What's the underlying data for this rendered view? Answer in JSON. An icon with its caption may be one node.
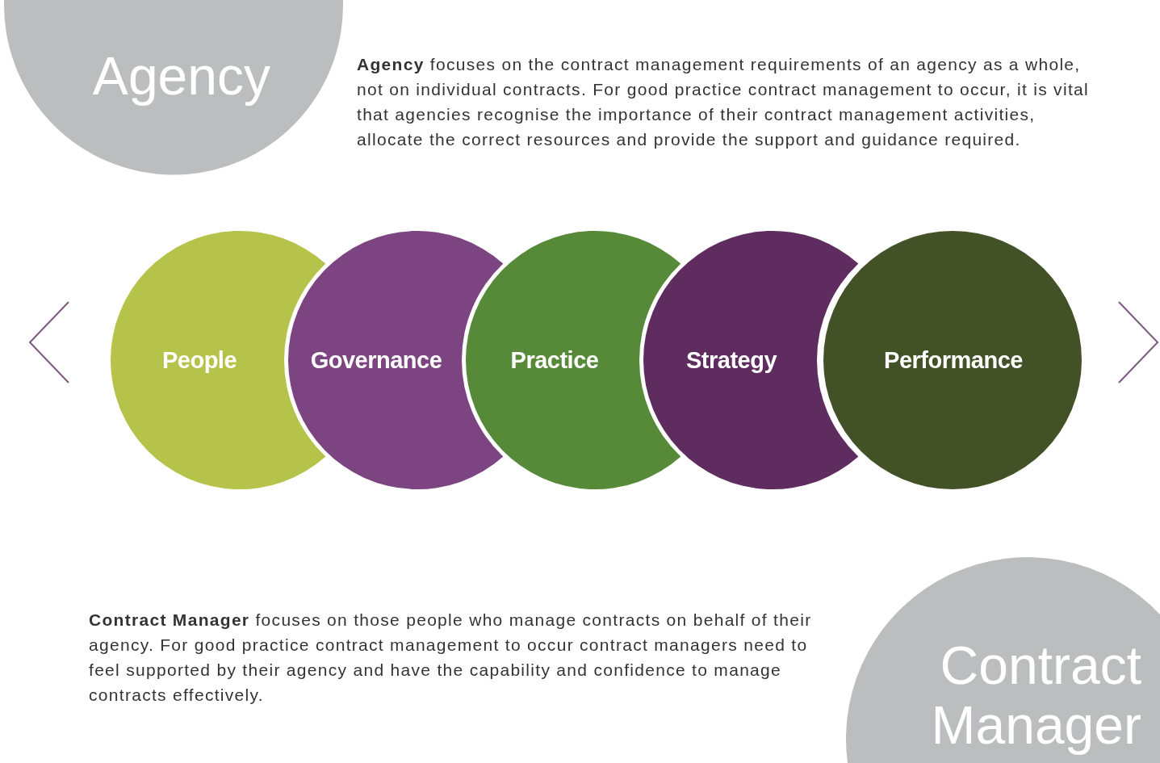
{
  "diagram": {
    "nodes": [
      {
        "text": [
          "Agency"
        ]
      },
      {
        "text": [
          "People"
        ]
      },
      {
        "text": [
          "Governance"
        ]
      },
      {
        "text": [
          "Practice"
        ]
      },
      {
        "text": [
          "Strategy"
        ]
      },
      {
        "text": [
          "Performance"
        ]
      },
      {
        "text": [
          "Contract Manager"
        ]
      }
    ],
    "labels": [
      "**Agency** focuses on the contract management requirements of an agency as a whole, not on individual contracts. For good practice contract management to occur, it is vital that agencies recognise the importance of their contract management activities, allocate the correct resources and provide the support and guidance required.",
      "**Contract Manager** focuses on those people who manage contracts on behalf of their agency. For good practice contract management to occur contract managers need to feel supported by their agency and have the capability and confidence to manage contracts effectively."
    ]
  }
}
